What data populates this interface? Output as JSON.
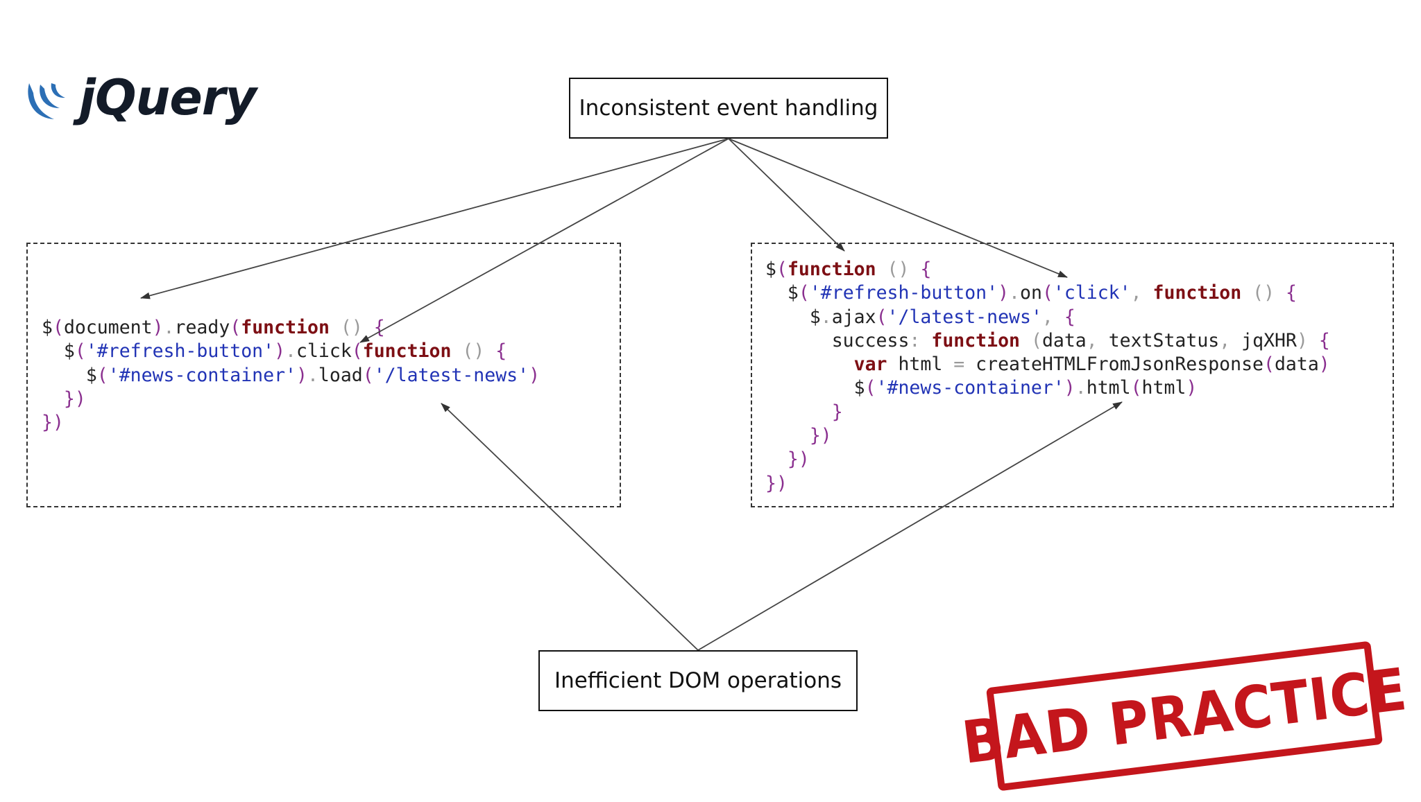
{
  "logo": {
    "text": "jQuery",
    "mark_icon": "jquery-swirl-icon",
    "color": "#131b28",
    "mark_color": "#2c6fb5"
  },
  "labels": {
    "top": "Inconsistent event handling",
    "bottom": "Inefficient DOM operations"
  },
  "left_code": [
    [
      [
        "$",
        ""
      ],
      [
        "(",
        "p"
      ],
      [
        "document",
        ""
      ],
      [
        ")",
        "p"
      ],
      [
        ".",
        "g"
      ],
      [
        "ready",
        ""
      ],
      [
        "(",
        "p"
      ],
      [
        "function",
        "kw"
      ],
      [
        " ",
        ""
      ],
      [
        "()",
        "g"
      ],
      [
        " ",
        ""
      ],
      [
        "{",
        "p"
      ]
    ],
    [
      [
        "  $",
        ""
      ],
      [
        "(",
        "p"
      ],
      [
        "'#refresh-button'",
        "str"
      ],
      [
        ")",
        "p"
      ],
      [
        ".",
        "g"
      ],
      [
        "click",
        ""
      ],
      [
        "(",
        "p"
      ],
      [
        "function",
        "kw"
      ],
      [
        " ",
        ""
      ],
      [
        "()",
        "g"
      ],
      [
        " ",
        ""
      ],
      [
        "{",
        "p"
      ]
    ],
    [
      [
        "    $",
        ""
      ],
      [
        "(",
        "p"
      ],
      [
        "'#news-container'",
        "str"
      ],
      [
        ")",
        "p"
      ],
      [
        ".",
        "g"
      ],
      [
        "load",
        ""
      ],
      [
        "(",
        "p"
      ],
      [
        "'/latest-news'",
        "str"
      ],
      [
        ")",
        "p"
      ]
    ],
    [
      [
        "  ",
        ""
      ],
      [
        "})",
        "p"
      ]
    ],
    [
      [
        "})",
        "p"
      ]
    ]
  ],
  "right_code": [
    [
      [
        "$",
        ""
      ],
      [
        "(",
        "p"
      ],
      [
        "function",
        "kw"
      ],
      [
        " ",
        ""
      ],
      [
        "()",
        "g"
      ],
      [
        " ",
        ""
      ],
      [
        "{",
        "p"
      ]
    ],
    [
      [
        "  $",
        ""
      ],
      [
        "(",
        "p"
      ],
      [
        "'#refresh-button'",
        "str"
      ],
      [
        ")",
        "p"
      ],
      [
        ".",
        "g"
      ],
      [
        "on",
        ""
      ],
      [
        "(",
        "p"
      ],
      [
        "'click'",
        "str"
      ],
      [
        ",",
        "g"
      ],
      [
        " ",
        ""
      ],
      [
        "function",
        "kw"
      ],
      [
        " ",
        ""
      ],
      [
        "()",
        "g"
      ],
      [
        " ",
        ""
      ],
      [
        "{",
        "p"
      ]
    ],
    [
      [
        "    $",
        ""
      ],
      [
        ".",
        "g"
      ],
      [
        "ajax",
        ""
      ],
      [
        "(",
        "p"
      ],
      [
        "'/latest-news'",
        "str"
      ],
      [
        ",",
        "g"
      ],
      [
        " ",
        ""
      ],
      [
        "{",
        "p"
      ]
    ],
    [
      [
        "      success",
        ""
      ],
      [
        ":",
        "g"
      ],
      [
        " ",
        ""
      ],
      [
        "function",
        "kw"
      ],
      [
        " ",
        ""
      ],
      [
        "(",
        "g"
      ],
      [
        "data",
        ""
      ],
      [
        ",",
        "g"
      ],
      [
        " textStatus",
        ""
      ],
      [
        ",",
        "g"
      ],
      [
        " jqXHR",
        ""
      ],
      [
        ")",
        "g"
      ],
      [
        " ",
        ""
      ],
      [
        "{",
        "p"
      ]
    ],
    [
      [
        "        ",
        ""
      ],
      [
        "var",
        "kw"
      ],
      [
        " html ",
        ""
      ],
      [
        "=",
        "g"
      ],
      [
        " createHTMLFromJsonResponse",
        ""
      ],
      [
        "(",
        "p"
      ],
      [
        "data",
        ""
      ],
      [
        ")",
        "p"
      ]
    ],
    [
      [
        "        $",
        ""
      ],
      [
        "(",
        "p"
      ],
      [
        "'#news-container'",
        "str"
      ],
      [
        ")",
        "p"
      ],
      [
        ".",
        "g"
      ],
      [
        "html",
        ""
      ],
      [
        "(",
        "p"
      ],
      [
        "html",
        ""
      ],
      [
        ")",
        "p"
      ]
    ],
    [
      [
        "      ",
        ""
      ],
      [
        "}",
        "p"
      ]
    ],
    [
      [
        "    ",
        ""
      ],
      [
        "})",
        "p"
      ]
    ],
    [
      [
        "  ",
        ""
      ],
      [
        "})",
        "p"
      ]
    ],
    [
      [
        "})",
        "p"
      ]
    ]
  ],
  "stamp": {
    "text": "BAD PRACTICE",
    "color": "#c4161c"
  }
}
